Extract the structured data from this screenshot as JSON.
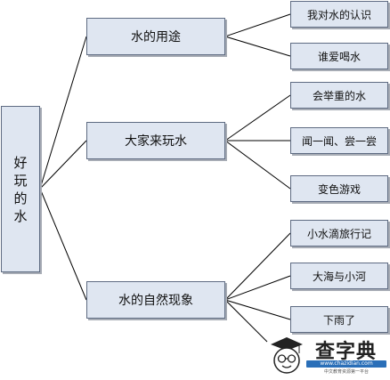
{
  "diagram": {
    "root": {
      "label": "好玩的水"
    },
    "branches": [
      {
        "label": "水的用途",
        "children": [
          "我对水的认识",
          "谁爱喝水"
        ]
      },
      {
        "label": "大家来玩水",
        "children": [
          "会举重的水",
          "闻一闻、尝一尝",
          "变色游戏"
        ]
      },
      {
        "label": "水的自然现象",
        "children": [
          "小水滴旅行记",
          "大海与小河",
          "下雨了"
        ]
      }
    ]
  },
  "watermark": {
    "title": "查字典",
    "url": "www.chazidian.com",
    "subtitle": "中文教育资源第一平台"
  },
  "colors": {
    "box_fill": "#dfe6f1",
    "box_border": "#5e6b82",
    "line": "#000000"
  }
}
